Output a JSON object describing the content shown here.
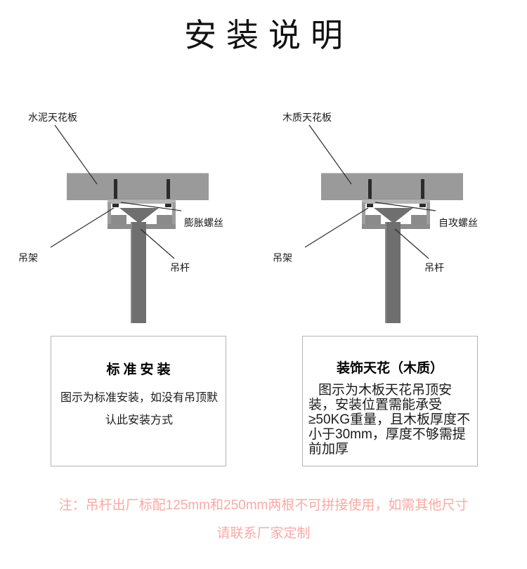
{
  "page": {
    "title": "安装说明"
  },
  "diagrams": [
    {
      "id": "standard-cement",
      "labels": {
        "ceiling": "水泥天花板",
        "screw": "膨胀螺丝",
        "hanger": "吊架",
        "rod": "吊杆"
      }
    },
    {
      "id": "decorative-wood",
      "labels": {
        "ceiling": "木质天花板",
        "screw": "自攻螺丝",
        "hanger": "吊架",
        "rod": "吊杆"
      }
    }
  ],
  "info_boxes": [
    {
      "id": "standard-installation",
      "title": "标准安装",
      "body": "图示为标准安装，如没有吊顶默认此安装方式"
    },
    {
      "id": "decorative-ceiling-wood",
      "title": "装饰天花（木质）",
      "body": "图示为木板天花吊顶安装，安装位置需能承受≥50KG重量，且木板厚度不小于30mm，厚度不够需提前加厚"
    }
  ],
  "footer": {
    "note": "注：吊杆出厂标配125mm和250mm两根不可拼接使用，如需其他尺寸请联系厂家定制"
  },
  "colors": {
    "slab": "#9a9a9a",
    "rod": "#6f6f6f",
    "screw": "#2b2b2b",
    "box_border": "#b3b3b3",
    "footer_text": "#f9aaa5"
  }
}
